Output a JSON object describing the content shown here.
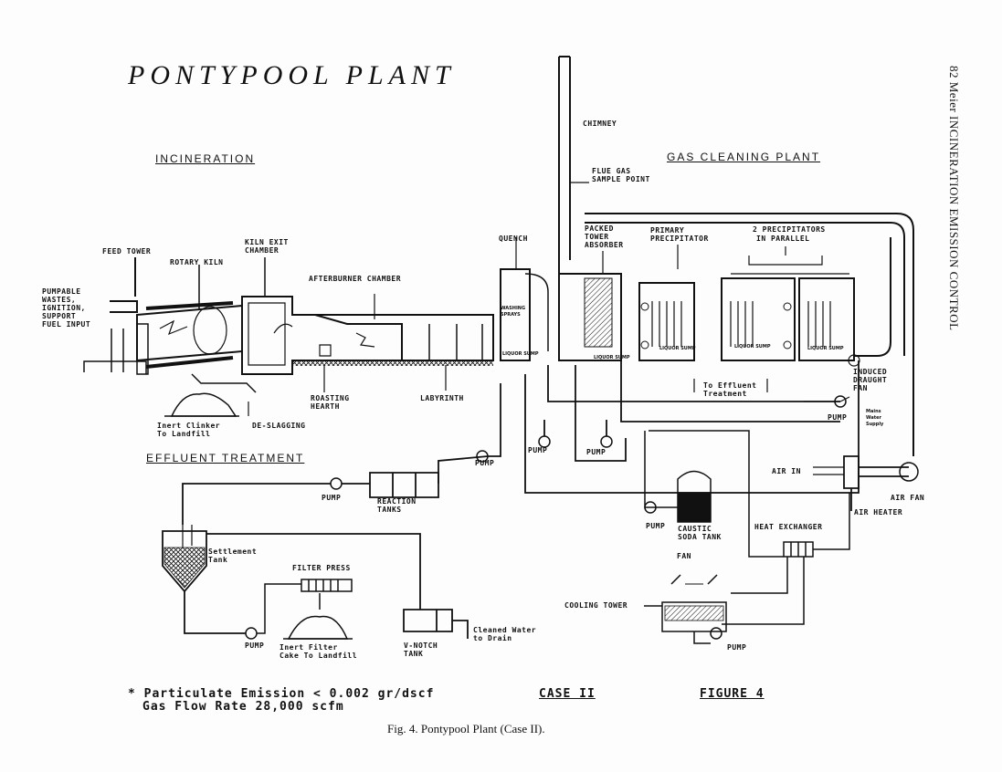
{
  "title": "PONTYPOOL PLANT",
  "side_header": "82   Meier   INCINERATION EMISSION CONTROL",
  "sections": {
    "incineration": "INCINERATION",
    "gas_cleaning": "GAS CLEANING PLANT",
    "effluent": "EFFLUENT TREATMENT"
  },
  "labels": {
    "chimney": "CHIMNEY",
    "flue_gas_1": "FLUE GAS",
    "flue_gas_2": "SAMPLE POINT",
    "quench": "QUENCH",
    "packed_1": "PACKED",
    "packed_2": "TOWER",
    "packed_3": "ABSORBER",
    "primary_1": "PRIMARY",
    "primary_2": "PRECIPITATOR",
    "parallel_1": "2 PRECIPITATORS",
    "parallel_2": "IN PARALLEL",
    "feed_tower": "FEED TOWER",
    "rotary_kiln": "ROTARY KILN",
    "kiln_exit_1": "KILN EXIT",
    "kiln_exit_2": "CHAMBER",
    "afterburner": "AFTERBURNER CHAMBER",
    "pumpable_1": "PUMPABLE",
    "pumpable_2": "WASTES,",
    "pumpable_3": "IGNITION,",
    "pumpable_4": "SUPPORT",
    "pumpable_5": "FUEL INPUT",
    "roasting_1": "ROASTING",
    "roasting_2": "HEARTH",
    "labyrinth": "LABYRINTH",
    "inert_clinker_1": "Inert Clinker",
    "inert_clinker_2": "To Landfill",
    "de_slagging": "DE-SLAGGING",
    "induced_1": "INDUCED",
    "induced_2": "DRAUGHT",
    "induced_3": "FAN",
    "to_effluent_1": "To Effluent",
    "to_effluent_2": "Treatment",
    "pump_mains": "PUMP",
    "mains_1": "Mains",
    "mains_2": "Water",
    "mains_3": "Supply",
    "pump_a": "PUMP",
    "pump_b": "PUMP",
    "pump_c": "PUMP",
    "air_in": "AIR IN",
    "air_fan": "AIR FAN",
    "air_heater": "AIR HEATER",
    "pump_reaction": "PUMP",
    "reaction_1": "REACTION",
    "reaction_2": "TANKS",
    "settlement_1": "Settlement",
    "settlement_2": "Tank",
    "filter_press": "FILTER PRESS",
    "pump_caustic": "PUMP",
    "caustic_1": "CAUSTIC",
    "caustic_2": "SODA TANK",
    "heat_exchanger": "HEAT EXCHANGER",
    "fan": "FAN",
    "cooling_tower": "COOLING TOWER",
    "pump_cooling": "PUMP",
    "cleaned_1": "Cleaned Water",
    "cleaned_2": "to Drain",
    "pump_settle": "PUMP",
    "inert_filter_1": "Inert Filter",
    "inert_filter_2": "Cake To Landfill",
    "vnotch_1": "V-NOTCH",
    "vnotch_2": "TANK",
    "washing_1": "WASHING",
    "washing_2": "SPRAYS",
    "liquor_sump": "LIQUOR SUMP"
  },
  "notes": {
    "emission": "* Particulate Emission < 0.002 gr/dscf",
    "flow": "Gas Flow Rate 28,000 scfm",
    "case": "CASE II",
    "figure": "FIGURE 4"
  },
  "caption": "Fig. 4. Pontypool Plant (Case II)."
}
